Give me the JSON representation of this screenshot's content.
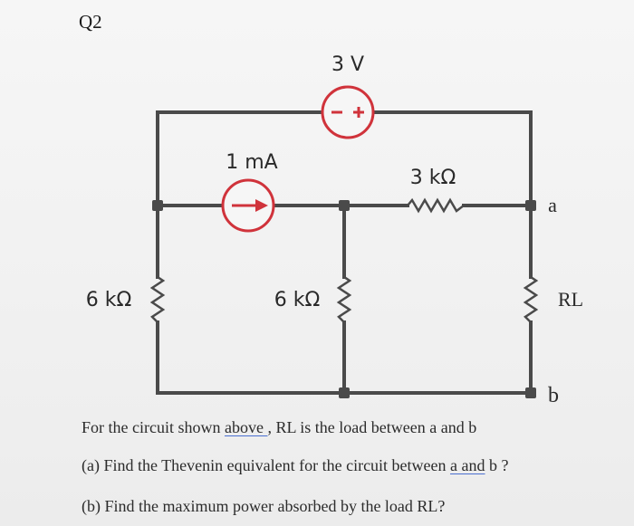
{
  "question_label": "Q2",
  "circuit": {
    "voltage_source": {
      "label": "3 V"
    },
    "current_source": {
      "label": "1 mA"
    },
    "resistor_series": {
      "label": "3 kΩ"
    },
    "resistor_left": {
      "label": "6 kΩ"
    },
    "resistor_middle": {
      "label": "6 kΩ"
    },
    "resistor_load": {
      "label": "RL"
    },
    "terminal_a": {
      "label": "a"
    },
    "terminal_b": {
      "label": "b"
    },
    "colors": {
      "wire": "#4a4a4a",
      "source": "#d0333b",
      "node": "#4a4a4a"
    }
  },
  "text": {
    "line1": {
      "pre": "For the circuit shown ",
      "u1": "above ",
      "post": ", RL is the load between a  and b"
    },
    "line2": {
      "pre": "(a) Find the Thevenin equivalent for the circuit between ",
      "u1": "a  and",
      "post": " b ?"
    },
    "line3": "(b) Find the maximum power absorbed by the load RL?"
  }
}
